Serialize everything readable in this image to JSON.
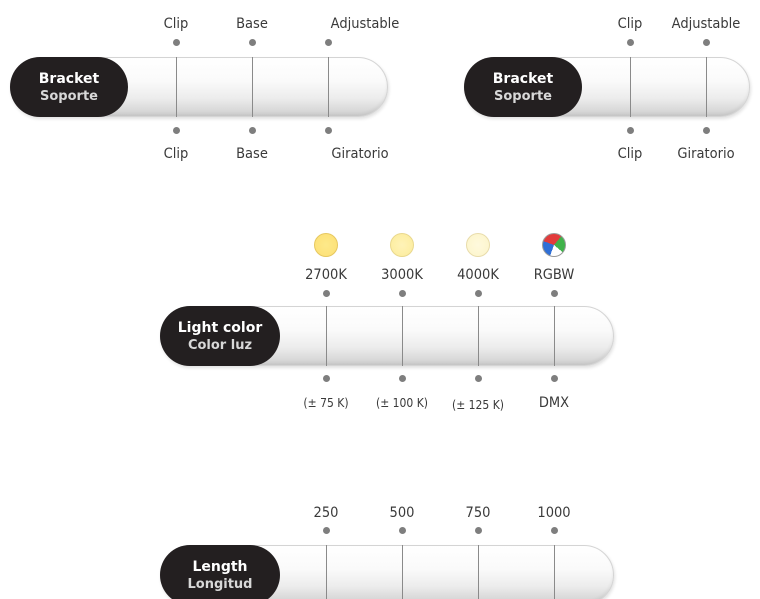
{
  "selectors": {
    "bracket_full": {
      "label_en": "Bracket",
      "label_es": "Soporte",
      "top": [
        "Clip",
        "Base",
        "Adjustable"
      ],
      "bottom": [
        "Clip",
        "Base",
        "Giratorio"
      ]
    },
    "bracket_short": {
      "label_en": "Bracket",
      "label_es": "Soporte",
      "top": [
        "Clip",
        "Adjustable"
      ],
      "bottom": [
        "Clip",
        "Giratorio"
      ]
    },
    "light_color": {
      "label_en": "Light color",
      "label_es": "Color luz",
      "top": [
        "2700K",
        "3000K",
        "4000K",
        "RGBW"
      ],
      "bottom": [
        "(± 75 K)",
        "(± 100 K)",
        "(± 125 K)",
        "DMX"
      ],
      "swatch_colors": [
        "#fde98a",
        "#fdf1ad",
        "#fdf6cf",
        "rgbw"
      ]
    },
    "length": {
      "label_en": "Length",
      "label_es": "Longitud",
      "top": [
        "250",
        "500",
        "750",
        "1000"
      ]
    }
  },
  "colors": {
    "badge": "#231f20",
    "dot": "#7e7e7e",
    "text": "#3a3a3a"
  }
}
